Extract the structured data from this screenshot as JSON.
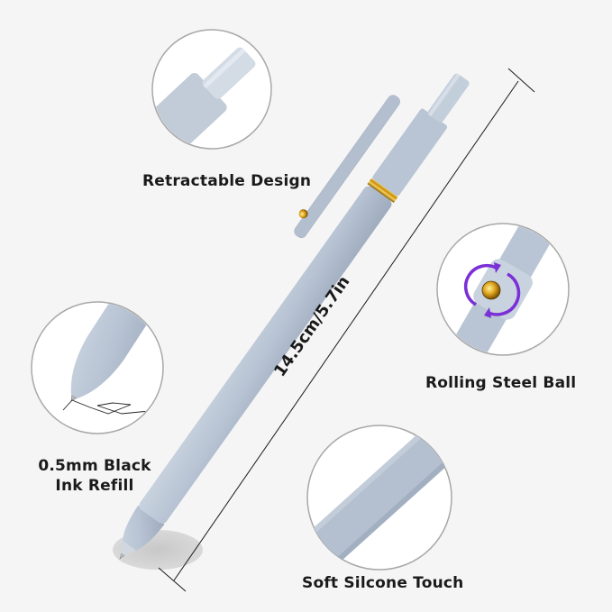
{
  "product": {
    "type": "retractable gel pen",
    "body_color": "#b7c3d3",
    "accent_color": "#d4a017",
    "background_color": "#f5f5f5"
  },
  "features": [
    {
      "id": "retractable",
      "label": "Retractable Design"
    },
    {
      "id": "rolling-ball",
      "label": "Rolling Steel Ball"
    },
    {
      "id": "refill",
      "label_line1": "0.5mm Black",
      "label_line2": "Ink Refill"
    },
    {
      "id": "soft-touch",
      "label": "Soft Silcone Touch"
    }
  ],
  "dimension": {
    "label": "14.5cm/5.7in"
  },
  "colors": {
    "circle_border": "#a8a8a8",
    "rotate_arrows": "#7b2fd6",
    "text": "#1a1a1a"
  }
}
